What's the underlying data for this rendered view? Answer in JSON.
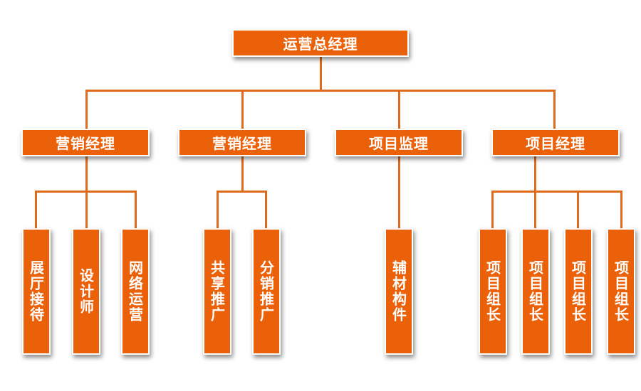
{
  "top": "运营总经理",
  "managers": [
    "营销经理",
    "营销经理",
    "项目监理",
    "项目经理"
  ],
  "staff": {
    "m1": [
      "展厅接待",
      "设计师",
      "网络运营"
    ],
    "m2": [
      "共享推广",
      "分销推广"
    ],
    "m3": [
      "辅材构件"
    ],
    "m4": [
      "项目组长",
      "项目组长",
      "项目组长",
      "项目组长"
    ]
  },
  "colors": {
    "box": "#ea6109",
    "line": "#e06a1b",
    "text": "#ffffff"
  }
}
